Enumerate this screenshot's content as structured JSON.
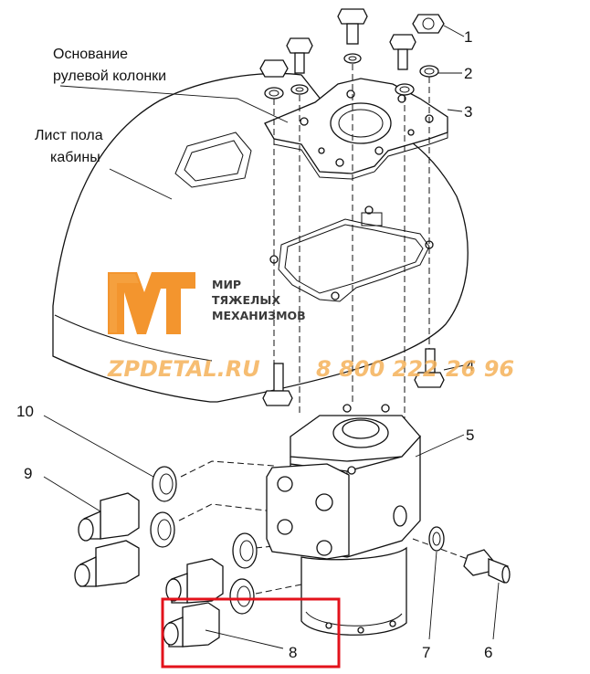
{
  "labels": {
    "column_base_line1": "Основание",
    "column_base_line2": "рулевой колонки",
    "floor_sheet_line1": "Лист пола",
    "floor_sheet_line2": "кабины"
  },
  "callouts": [
    "1",
    "2",
    "3",
    "4",
    "5",
    "6",
    "7",
    "8",
    "9",
    "10"
  ],
  "logo": {
    "mark": "МТМ",
    "line1": "МИР",
    "line2": "ТЯЖЕЛЫХ",
    "line3": "МЕХАНИЗМОВ"
  },
  "watermark": {
    "site": "ZPDETAL.RU",
    "phone": "8 800 222 26 96"
  },
  "colors": {
    "logo_orange": "#f28c1c",
    "watermark_orange": "#f5b25a",
    "highlight_red": "#e3121b",
    "line": "#111111"
  }
}
